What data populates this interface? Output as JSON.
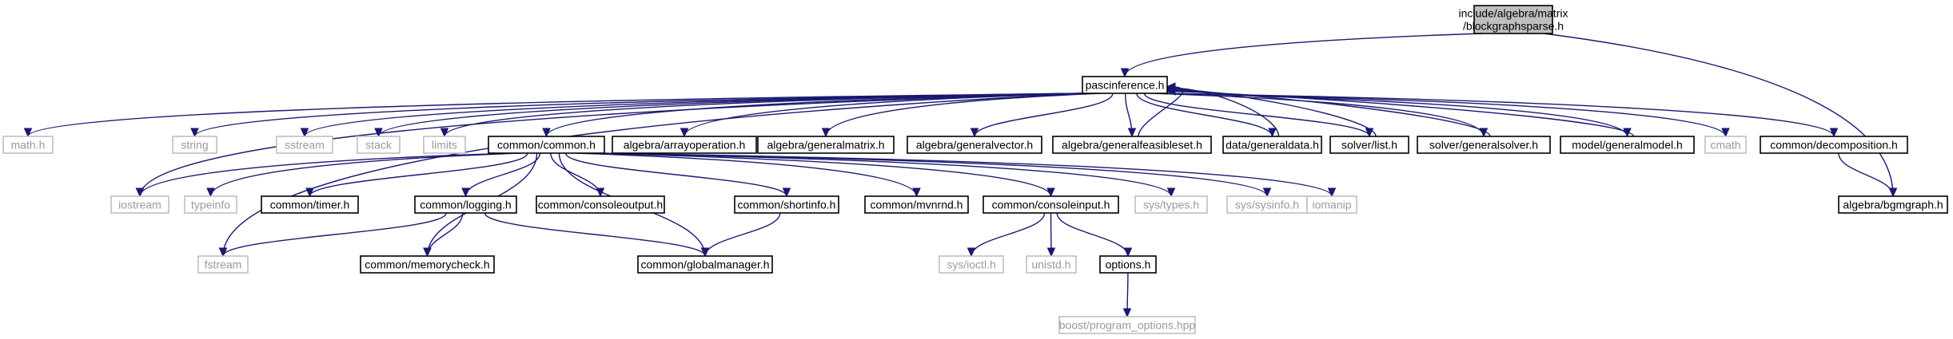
{
  "diagram": {
    "nodes": [
      {
        "id": "root",
        "lines": [
          "include/algebra/matrix",
          "/blockgraphsparse.h"
        ],
        "kind": "root"
      },
      {
        "id": "pascinference",
        "lines": [
          "pascinference.h"
        ],
        "kind": "file"
      },
      {
        "id": "algebra_bgmgraph",
        "lines": [
          "algebra/bgmgraph.h"
        ],
        "kind": "file"
      },
      {
        "id": "math",
        "lines": [
          "math.h"
        ],
        "kind": "ext"
      },
      {
        "id": "string",
        "lines": [
          "string"
        ],
        "kind": "ext"
      },
      {
        "id": "sstream",
        "lines": [
          "sstream"
        ],
        "kind": "ext"
      },
      {
        "id": "stack",
        "lines": [
          "stack"
        ],
        "kind": "ext"
      },
      {
        "id": "limits",
        "lines": [
          "limits"
        ],
        "kind": "ext"
      },
      {
        "id": "common_common",
        "lines": [
          "common/common.h"
        ],
        "kind": "file"
      },
      {
        "id": "arrayoperation",
        "lines": [
          "algebra/arrayoperation.h"
        ],
        "kind": "file"
      },
      {
        "id": "generalmatrix",
        "lines": [
          "algebra/generalmatrix.h"
        ],
        "kind": "file"
      },
      {
        "id": "generalvector",
        "lines": [
          "algebra/generalvector.h"
        ],
        "kind": "file"
      },
      {
        "id": "generalfeasibleset",
        "lines": [
          "algebra/generalfeasibleset.h"
        ],
        "kind": "file"
      },
      {
        "id": "generaldata",
        "lines": [
          "data/generaldata.h"
        ],
        "kind": "file"
      },
      {
        "id": "solverlist",
        "lines": [
          "solver/list.h"
        ],
        "kind": "file"
      },
      {
        "id": "generalsolver",
        "lines": [
          "solver/generalsolver.h"
        ],
        "kind": "file"
      },
      {
        "id": "generalmodel",
        "lines": [
          "model/generalmodel.h"
        ],
        "kind": "file"
      },
      {
        "id": "cmath",
        "lines": [
          "cmath"
        ],
        "kind": "ext"
      },
      {
        "id": "decomposition",
        "lines": [
          "common/decomposition.h"
        ],
        "kind": "file"
      },
      {
        "id": "iostream",
        "lines": [
          "iostream"
        ],
        "kind": "ext"
      },
      {
        "id": "typeinfo",
        "lines": [
          "typeinfo"
        ],
        "kind": "ext"
      },
      {
        "id": "timer",
        "lines": [
          "common/timer.h"
        ],
        "kind": "file"
      },
      {
        "id": "logging",
        "lines": [
          "common/logging.h"
        ],
        "kind": "file"
      },
      {
        "id": "consoleoutput",
        "lines": [
          "common/consoleoutput.h"
        ],
        "kind": "file"
      },
      {
        "id": "shortinfo",
        "lines": [
          "common/shortinfo.h"
        ],
        "kind": "file"
      },
      {
        "id": "mvnrnd",
        "lines": [
          "common/mvnrnd.h"
        ],
        "kind": "file"
      },
      {
        "id": "consoleinput",
        "lines": [
          "common/consoleinput.h"
        ],
        "kind": "file"
      },
      {
        "id": "systypes",
        "lines": [
          "sys/types.h"
        ],
        "kind": "ext"
      },
      {
        "id": "syssysinfo",
        "lines": [
          "sys/sysinfo.h"
        ],
        "kind": "ext"
      },
      {
        "id": "iomanip",
        "lines": [
          "iomanip"
        ],
        "kind": "ext"
      },
      {
        "id": "fstream",
        "lines": [
          "fstream"
        ],
        "kind": "ext"
      },
      {
        "id": "memorycheck",
        "lines": [
          "common/memorycheck.h"
        ],
        "kind": "file"
      },
      {
        "id": "globalmanager",
        "lines": [
          "common/globalmanager.h"
        ],
        "kind": "file"
      },
      {
        "id": "sysioctl",
        "lines": [
          "sys/ioctl.h"
        ],
        "kind": "ext"
      },
      {
        "id": "unistd",
        "lines": [
          "unistd.h"
        ],
        "kind": "ext"
      },
      {
        "id": "options",
        "lines": [
          "options.h"
        ],
        "kind": "file"
      },
      {
        "id": "boostpo",
        "lines": [
          "boost/program_options.hpp"
        ],
        "kind": "ext"
      }
    ],
    "edges": [
      {
        "from": "root",
        "to": "pascinference"
      },
      {
        "from": "root",
        "to": "algebra_bgmgraph"
      },
      {
        "from": "pascinference",
        "to": "math"
      },
      {
        "from": "pascinference",
        "to": "string"
      },
      {
        "from": "pascinference",
        "to": "sstream"
      },
      {
        "from": "pascinference",
        "to": "stack"
      },
      {
        "from": "pascinference",
        "to": "limits"
      },
      {
        "from": "pascinference",
        "to": "iostream"
      },
      {
        "from": "pascinference",
        "to": "fstream"
      },
      {
        "from": "pascinference",
        "to": "common_common"
      },
      {
        "from": "pascinference",
        "to": "arrayoperation"
      },
      {
        "from": "pascinference",
        "to": "generalmatrix"
      },
      {
        "from": "pascinference",
        "to": "generalvector"
      },
      {
        "from": "pascinference",
        "to": "generalfeasibleset"
      },
      {
        "from": "pascinference",
        "to": "generaldata"
      },
      {
        "from": "pascinference",
        "to": "solverlist"
      },
      {
        "from": "pascinference",
        "to": "generalsolver"
      },
      {
        "from": "pascinference",
        "to": "generalmodel"
      },
      {
        "from": "pascinference",
        "to": "cmath"
      },
      {
        "from": "pascinference",
        "to": "decomposition"
      },
      {
        "from": "generalfeasibleset",
        "to": "pascinference"
      },
      {
        "from": "generaldata",
        "to": "pascinference"
      },
      {
        "from": "solverlist",
        "to": "pascinference"
      },
      {
        "from": "generalsolver",
        "to": "pascinference"
      },
      {
        "from": "generalmodel",
        "to": "pascinference"
      },
      {
        "from": "decomposition",
        "to": "algebra_bgmgraph"
      },
      {
        "from": "common_common",
        "to": "iostream"
      },
      {
        "from": "common_common",
        "to": "typeinfo"
      },
      {
        "from": "common_common",
        "to": "timer"
      },
      {
        "from": "common_common",
        "to": "logging"
      },
      {
        "from": "common_common",
        "to": "consoleoutput"
      },
      {
        "from": "common_common",
        "to": "shortinfo"
      },
      {
        "from": "common_common",
        "to": "mvnrnd"
      },
      {
        "from": "common_common",
        "to": "consoleinput"
      },
      {
        "from": "common_common",
        "to": "systypes"
      },
      {
        "from": "common_common",
        "to": "syssysinfo"
      },
      {
        "from": "common_common",
        "to": "iomanip"
      },
      {
        "from": "common_common",
        "to": "memorycheck"
      },
      {
        "from": "common_common",
        "to": "globalmanager"
      },
      {
        "from": "logging",
        "to": "fstream"
      },
      {
        "from": "logging",
        "to": "memorycheck"
      },
      {
        "from": "logging",
        "to": "globalmanager"
      },
      {
        "from": "shortinfo",
        "to": "globalmanager"
      },
      {
        "from": "consoleinput",
        "to": "sysioctl"
      },
      {
        "from": "consoleinput",
        "to": "unistd"
      },
      {
        "from": "consoleinput",
        "to": "options"
      },
      {
        "from": "options",
        "to": "boostpo"
      }
    ],
    "colors": {
      "edge": "#191970",
      "root_fill": "#bfbfbf",
      "box_stroke": "#000000",
      "external_stroke": "#bfbfbf",
      "external_text": "#9a9a9a"
    }
  }
}
